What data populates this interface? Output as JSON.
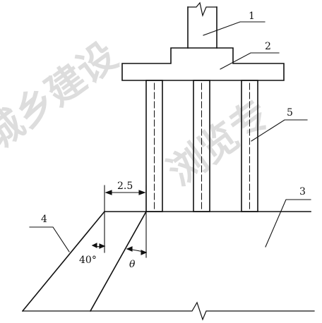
{
  "diagram": {
    "callouts": [
      {
        "id": "1",
        "text": "1"
      },
      {
        "id": "2",
        "text": "2"
      },
      {
        "id": "3",
        "text": "3"
      },
      {
        "id": "4",
        "text": "4"
      },
      {
        "id": "5",
        "text": "5"
      }
    ],
    "dimension_text": "2.5",
    "angle_text": "40°",
    "theta_text": "θ"
  },
  "watermark": {
    "lines": [
      "城乡建设",
      "浏览专"
    ]
  }
}
